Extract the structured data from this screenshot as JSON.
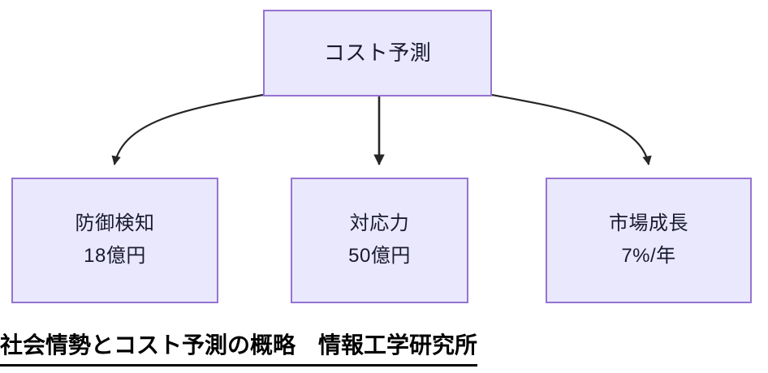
{
  "diagram": {
    "type": "tree-flowchart",
    "orientation": "top-down",
    "root": {
      "id": "cost-forecast",
      "title": "コスト予測"
    },
    "children": [
      {
        "id": "defense-detection",
        "title": "防御検知",
        "value": "18億円",
        "connector": "curved-arrow-left"
      },
      {
        "id": "response-capability",
        "title": "対応力",
        "value": "50億円",
        "connector": "straight-arrow-down"
      },
      {
        "id": "market-growth",
        "title": "市場成長",
        "value": "7%/年",
        "connector": "curved-arrow-right"
      }
    ],
    "caption": "社会情勢とコスト予測の概略　情報工学研究所",
    "colors": {
      "box_fill": "#e9e8fc",
      "box_border": "#9673d3",
      "text": "#1a1a2e",
      "connector": "#262626",
      "caption_text": "#000000",
      "background": "#ffffff"
    }
  }
}
